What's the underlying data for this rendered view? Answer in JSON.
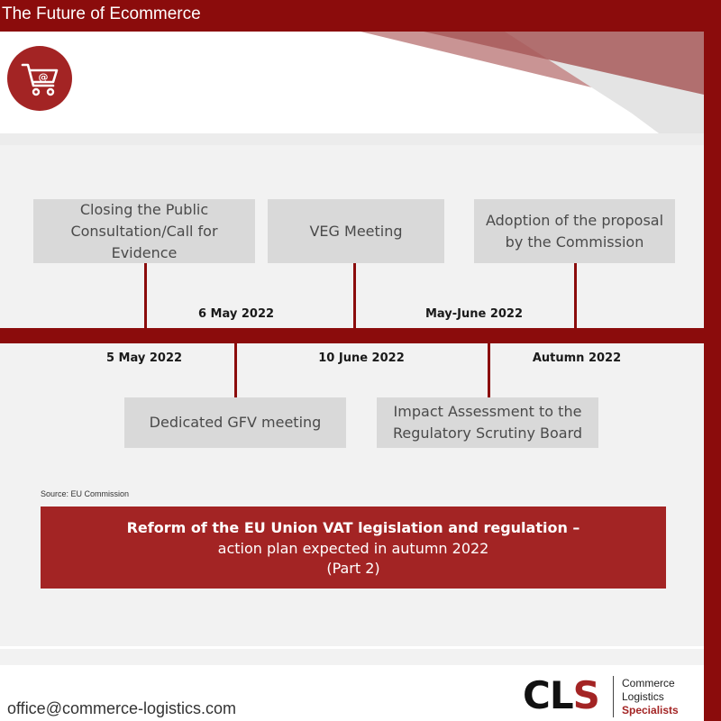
{
  "header": {
    "title": "The Future of Ecommerce",
    "icon": "shopping-cart-at-icon",
    "colors": {
      "brand_dark_red": "#8b0c0c",
      "brand_red": "#a32424",
      "box_gray": "#d9d9d9",
      "panel_gray": "#f2f2f2"
    }
  },
  "timeline": {
    "upper_events": [
      {
        "label": "Closing the Public Consultation/Call for Evidence",
        "date": "5 May 2022"
      },
      {
        "label": "VEG Meeting",
        "date": "10 June 2022"
      },
      {
        "label": "Adoption of the proposal by the Commission",
        "date": "Autumn 2022"
      }
    ],
    "lower_events": [
      {
        "label": "Dedicated GFV meeting",
        "date": "6 May 2022"
      },
      {
        "label": "Impact Assessment to the Regulatory Scrutiny Board",
        "date": "May-June 2022"
      }
    ]
  },
  "source": "Source: EU Commission",
  "banner": {
    "title": "Reform of the EU Union VAT legislation and regulation –",
    "line2": "action plan expected in autumn 2022",
    "line3": "(Part 2)"
  },
  "footer": {
    "email": "office@commerce-logistics.com",
    "logo": {
      "mark_part1": "CL",
      "mark_part2": "S",
      "line1": "Commerce",
      "line2": "Logistics",
      "line3": "Specialists"
    }
  }
}
